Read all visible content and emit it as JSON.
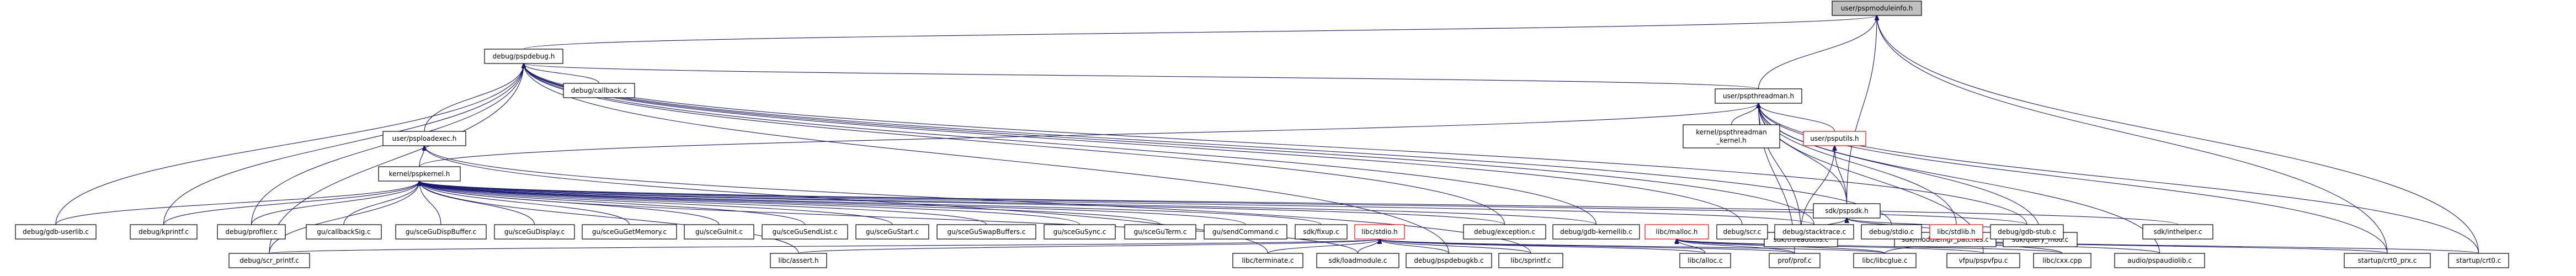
{
  "graph": {
    "title": "user/pspmoduleinfo.h",
    "nodes": [
      {
        "id": "root",
        "label": [
          "user/pspmoduleinfo.h"
        ],
        "root": true
      },
      {
        "id": "debug",
        "label": [
          "debug/pspdebug.h"
        ]
      },
      {
        "id": "threadman",
        "label": [
          "user/pspthreadman.h"
        ]
      },
      {
        "id": "callback",
        "label": [
          "debug/callback.c"
        ]
      },
      {
        "id": "psploadexec",
        "label": [
          "user/psploadexec.h"
        ]
      },
      {
        "id": "threadman_kernel",
        "label": [
          "kernel/pspthreadman",
          "_kernel.h"
        ]
      },
      {
        "id": "psputils_h",
        "label": [
          "user/psputils.h"
        ],
        "hl": true
      },
      {
        "id": "pspkernel",
        "label": [
          "kernel/pspkernel.h"
        ]
      },
      {
        "id": "pspsdk",
        "label": [
          "sdk/pspsdk.h"
        ]
      },
      {
        "id": "threadutils",
        "label": [
          "sdk/threadutils.c"
        ]
      },
      {
        "id": "modulemgr",
        "label": [
          "sdk/modulemgr_patches.c"
        ]
      },
      {
        "id": "query_mod",
        "label": [
          "sdk/query_mod.c"
        ]
      },
      {
        "id": "gdb_userlib",
        "label": [
          "debug/gdb-userlib.c"
        ]
      },
      {
        "id": "kprintf",
        "label": [
          "debug/kprintf.c"
        ]
      },
      {
        "id": "profiler",
        "label": [
          "debug/profiler.c"
        ]
      },
      {
        "id": "callbacksig",
        "label": [
          "gu/callbackSig.c"
        ]
      },
      {
        "id": "dispbuffer",
        "label": [
          "gu/sceGuDispBuffer.c"
        ]
      },
      {
        "id": "display",
        "label": [
          "gu/sceGuDisplay.c"
        ]
      },
      {
        "id": "getmemory",
        "label": [
          "gu/sceGuGetMemory.c"
        ]
      },
      {
        "id": "guinit",
        "label": [
          "gu/sceGuInit.c"
        ]
      },
      {
        "id": "sendlist",
        "label": [
          "gu/sceGuSendList.c"
        ]
      },
      {
        "id": "gustart",
        "label": [
          "gu/sceGuStart.c"
        ]
      },
      {
        "id": "swapbuffers",
        "label": [
          "gu/sceGuSwapBuffers.c"
        ]
      },
      {
        "id": "gusync",
        "label": [
          "gu/sceGuSync.c"
        ]
      },
      {
        "id": "guterm",
        "label": [
          "gu/sceGuTerm.c"
        ]
      },
      {
        "id": "sendcommand",
        "label": [
          "gu/sendCommand.c"
        ]
      },
      {
        "id": "fixup",
        "label": [
          "sdk/fixup.c"
        ]
      },
      {
        "id": "stdio",
        "label": [
          "libc/stdio.h"
        ],
        "hl": true
      },
      {
        "id": "exception",
        "label": [
          "debug/exception.c"
        ]
      },
      {
        "id": "gdb_kernellib",
        "label": [
          "debug/gdb-kernellib.c"
        ]
      },
      {
        "id": "malloc",
        "label": [
          "libc/malloc.h"
        ],
        "hl": true
      },
      {
        "id": "scr",
        "label": [
          "debug/scr.c"
        ]
      },
      {
        "id": "stacktrace",
        "label": [
          "debug/stacktrace.c"
        ]
      },
      {
        "id": "stdio_c",
        "label": [
          "debug/stdio.c"
        ]
      },
      {
        "id": "stdlib",
        "label": [
          "libc/stdlib.h"
        ],
        "hl": true
      },
      {
        "id": "gdb_stub",
        "label": [
          "debug/gdb-stub.c"
        ]
      },
      {
        "id": "inthelper",
        "label": [
          "sdk/inthelper.c"
        ]
      },
      {
        "id": "scr_printf",
        "label": [
          "debug/scr_printf.c"
        ]
      },
      {
        "id": "assert",
        "label": [
          "libc/assert.h"
        ]
      },
      {
        "id": "terminate",
        "label": [
          "libc/terminate.c"
        ]
      },
      {
        "id": "loadmodule",
        "label": [
          "sdk/loadmodule.c"
        ]
      },
      {
        "id": "pspdebugkb",
        "label": [
          "debug/pspdebugkb.c"
        ]
      },
      {
        "id": "sprintf",
        "label": [
          "libc/sprintf.c"
        ]
      },
      {
        "id": "alloc",
        "label": [
          "libc/alloc.c"
        ]
      },
      {
        "id": "prof",
        "label": [
          "prof/prof.c"
        ]
      },
      {
        "id": "libcglue",
        "label": [
          "libc/libcglue.c"
        ]
      },
      {
        "id": "pspvfpu",
        "label": [
          "vfpu/pspvfpu.c"
        ]
      },
      {
        "id": "cxx",
        "label": [
          "libc/cxx.cpp"
        ]
      },
      {
        "id": "pspaudiolib",
        "label": [
          "audio/pspaudiolib.c"
        ]
      },
      {
        "id": "crt0_prx",
        "label": [
          "startup/crt0_prx.c"
        ]
      },
      {
        "id": "crt0",
        "label": [
          "startup/crt0.c"
        ]
      }
    ]
  }
}
